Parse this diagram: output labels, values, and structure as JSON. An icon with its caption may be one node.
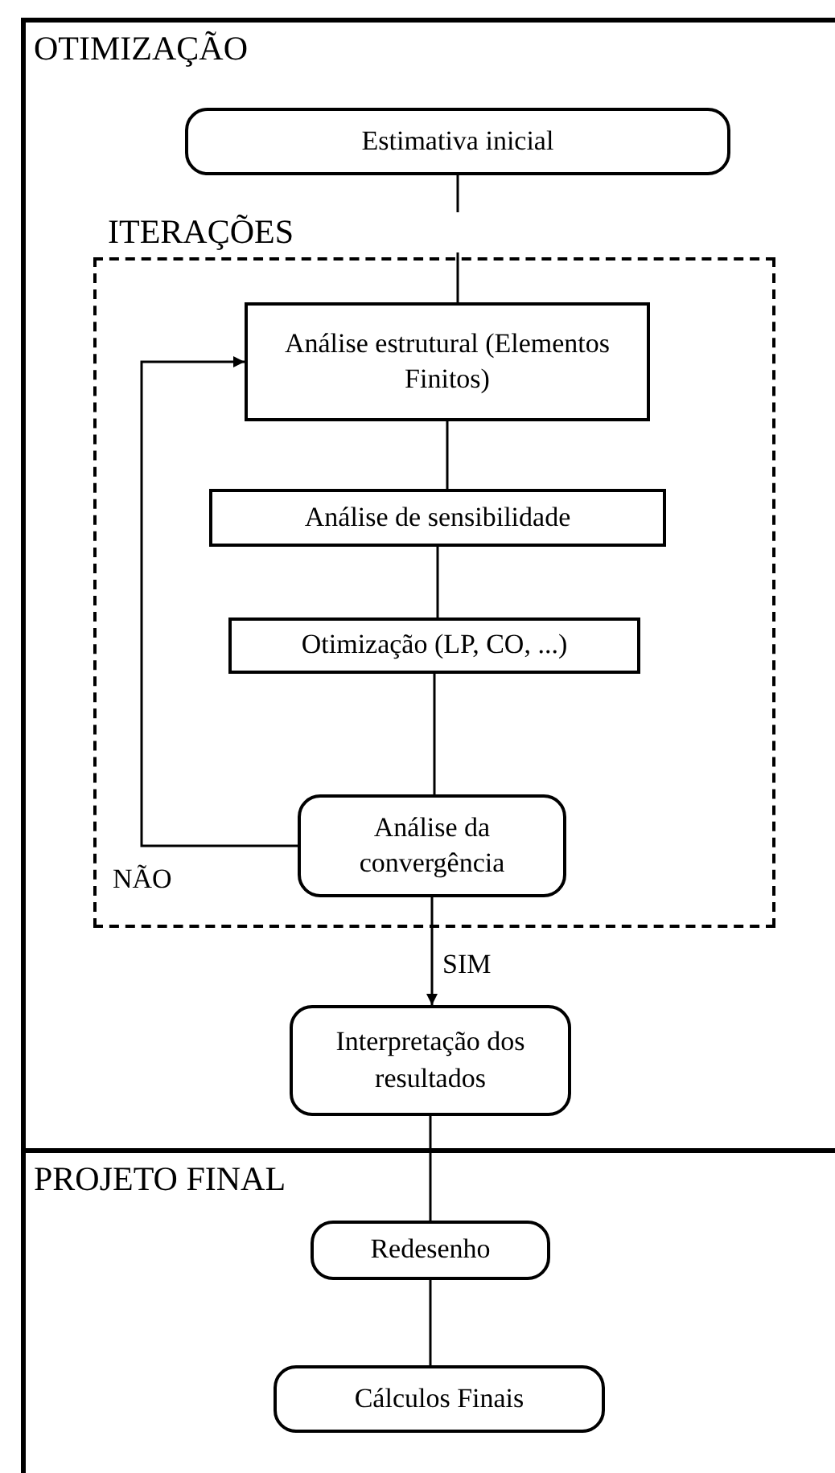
{
  "diagram": {
    "nodes": [
      {
        "text": [
          "OTIMIZAÇÃO"
        ]
      },
      {
        "text": [
          "Estimativa inicial"
        ],
        "in": 0
      },
      {
        "text": [
          "ITERAÇÕES"
        ],
        "in": 0
      },
      {
        "text": [
          "Análise estrutural (Elementos Finitos)"
        ],
        "in": 2
      },
      {
        "text": [
          "Análise de sensibilidade"
        ],
        "in": 2
      },
      {
        "text": [
          "Otimização (LP, CO, ...)"
        ],
        "in": 2
      },
      {
        "text": [
          "Análise da convergência"
        ],
        "in": 2
      },
      {
        "text": [
          "Interpretação dos resultados"
        ],
        "in": 0
      },
      {
        "text": [
          "PROJETO FINAL"
        ]
      },
      {
        "text": [
          "Redesenho"
        ],
        "in": 8
      },
      {
        "text": [
          "Cálculos Finais"
        ],
        "in": 8
      }
    ],
    "edges": [
      {
        "from": 1,
        "to": 3,
        "arrow": "none"
      },
      {
        "from": 3,
        "to": 4,
        "arrow": "none"
      },
      {
        "from": 4,
        "to": 5,
        "arrow": "none"
      },
      {
        "from": 5,
        "to": 6,
        "arrow": "none"
      },
      {
        "from": 6,
        "to": 3,
        "arrow": "to",
        "label": "NÃO"
      },
      {
        "from": 6,
        "to": 7,
        "arrow": "to",
        "label": "SIM"
      },
      {
        "from": 7,
        "to": 9,
        "arrow": "none"
      },
      {
        "from": 9,
        "to": 10,
        "arrow": "none"
      }
    ]
  }
}
